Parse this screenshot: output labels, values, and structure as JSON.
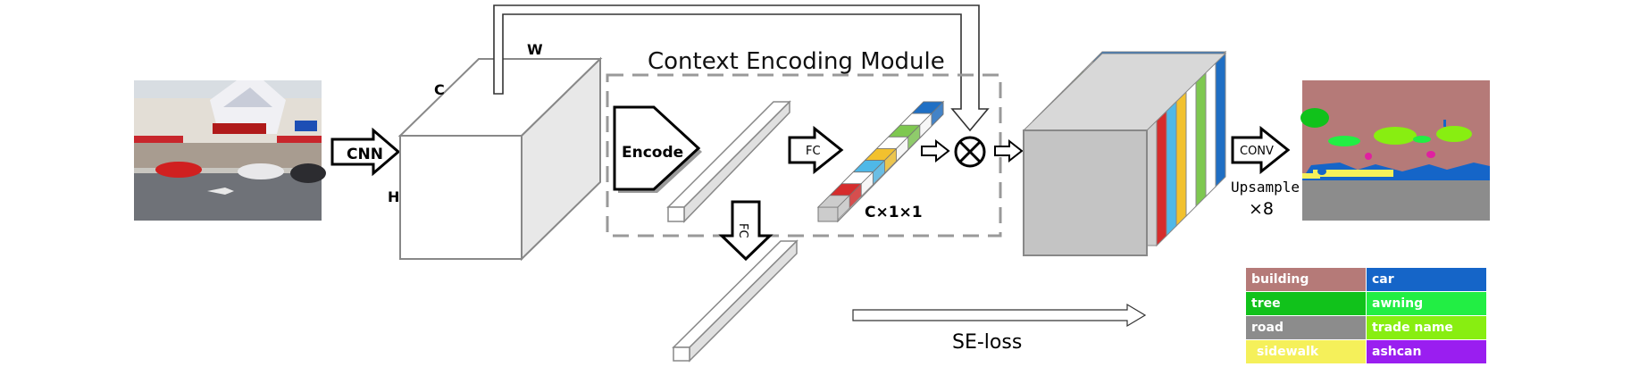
{
  "labels": {
    "dim_c": "C",
    "dim_w": "W",
    "dim_h": "H",
    "cnn": "CNN",
    "module_title": "Context Encoding Module",
    "encode": "Encode",
    "fc": "FC",
    "fc_vertical": "FC",
    "vector_size": "C×1×1",
    "multiply": "⊗",
    "conv": "CONV",
    "upsample": "Upsample",
    "upsample_factor": "×8",
    "se_loss": "SE-loss"
  },
  "vector_colors": [
    "#1f6fc4",
    "#ffffff",
    "#7ec850",
    "#ffffff",
    "#f2c12e",
    "#4fb8e8",
    "#ffffff",
    "#d62c2c",
    "#cccccc"
  ],
  "slab_colors": [
    "#1f6fc4",
    "#ffffff",
    "#7ec850",
    "#ffffff",
    "#f2c12e",
    "#4fb8e8",
    "#d62c2c"
  ],
  "legend": [
    {
      "label": "building",
      "color": "#b57a78"
    },
    {
      "label": "car",
      "color": "#1565c8"
    },
    {
      "label": "tree",
      "color": "#11c21b"
    },
    {
      "label": "awning",
      "color": "#22ee44"
    },
    {
      "label": "road",
      "color": "#8c8c8c"
    },
    {
      "label": "trade name",
      "color": "#88ee11"
    },
    {
      "label": "sidewalk",
      "color": "#f5f05a"
    },
    {
      "label": "ashcan",
      "color": "#9a1ef0"
    }
  ]
}
